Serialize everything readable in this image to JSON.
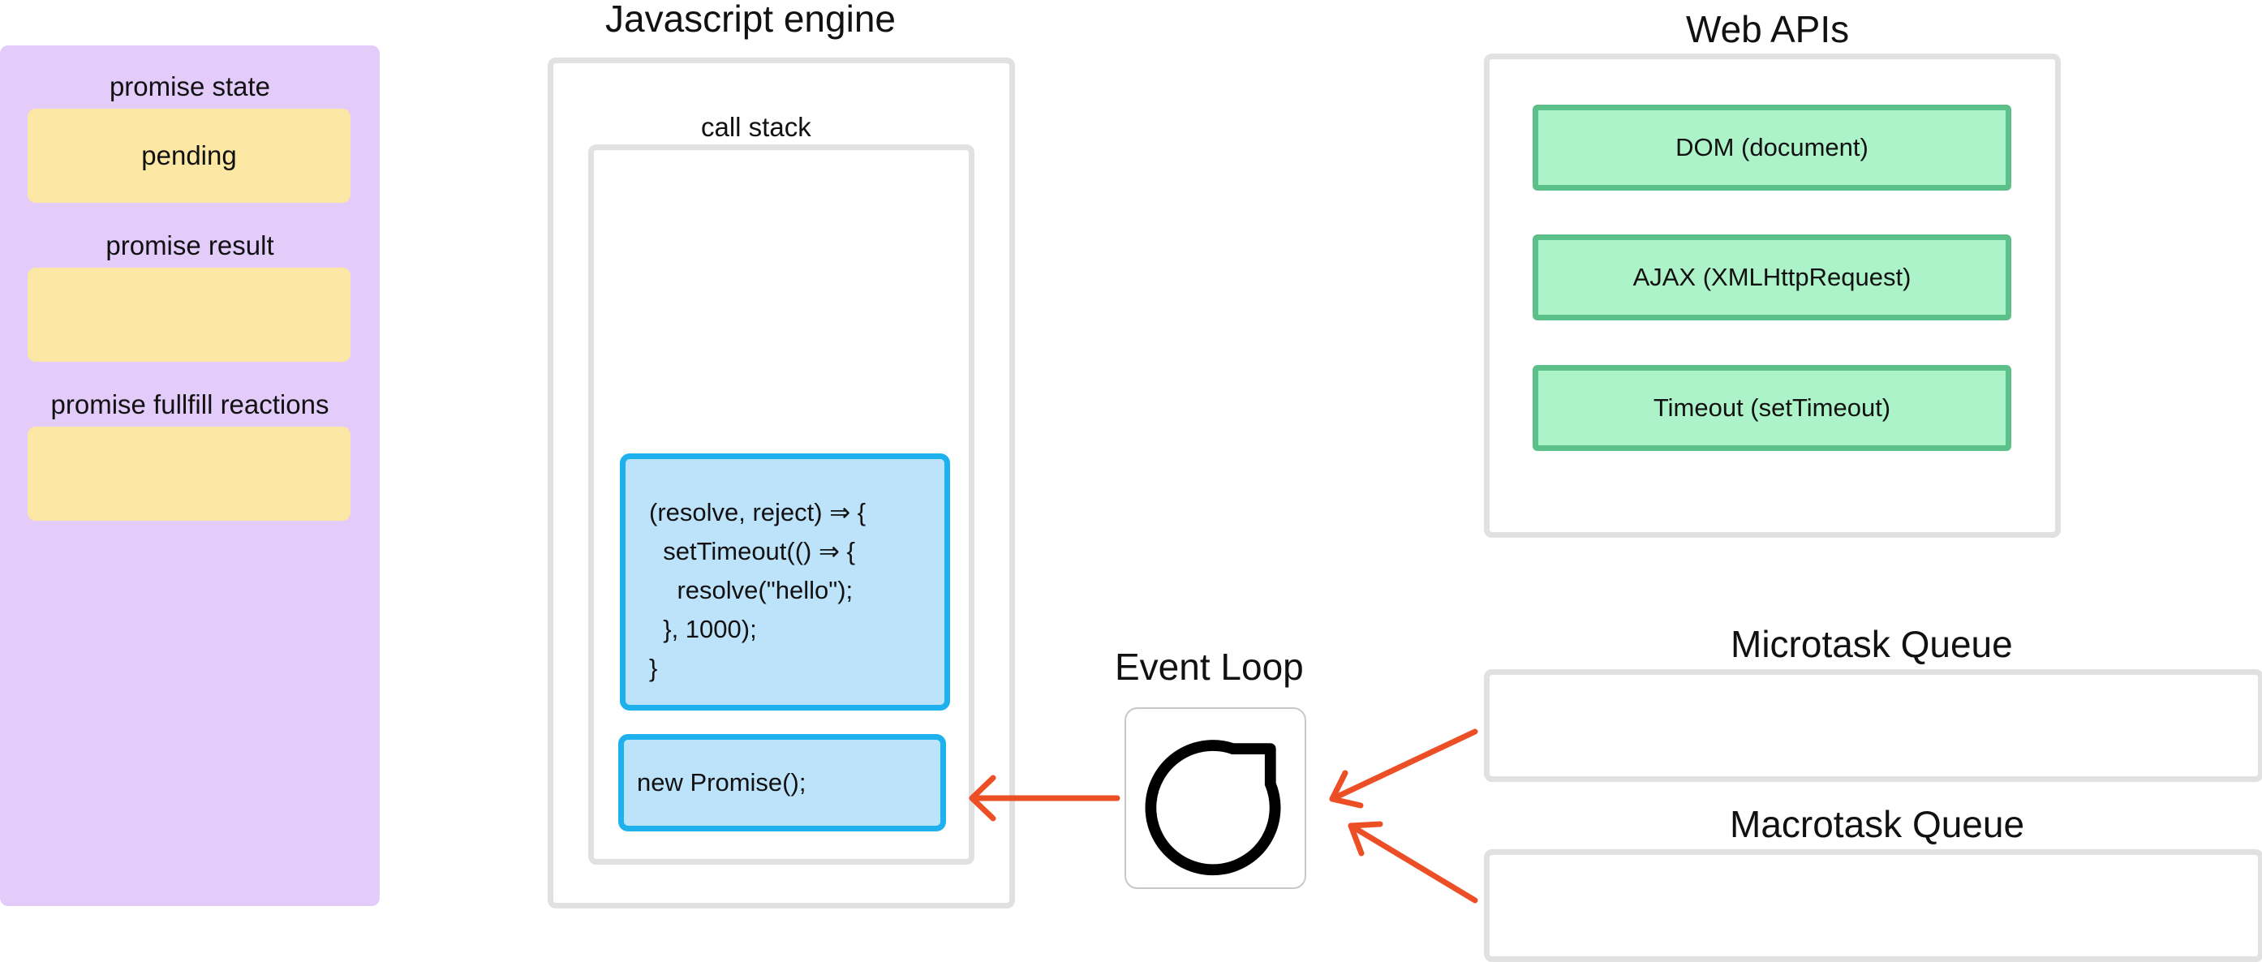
{
  "promise_panel": {
    "state_label": "promise state",
    "state_value": "pending",
    "result_label": "promise result",
    "result_value": "",
    "reactions_label": "promise fullfill reactions",
    "reactions_value": ""
  },
  "engine": {
    "title": "Javascript engine",
    "call_stack_label": "call stack",
    "stack_frames": [
      {
        "lines": [
          "(resolve, reject) ⇒ {",
          "  setTimeout(() ⇒ {",
          "    resolve(\"hello\");",
          "  }, 1000);",
          "}"
        ]
      },
      {
        "lines": [
          "new Promise();"
        ]
      }
    ]
  },
  "web_apis": {
    "title": "Web APIs",
    "items": [
      "DOM (document)",
      "AJAX (XMLHttpRequest)",
      "Timeout (setTimeout)"
    ]
  },
  "event_loop": {
    "title": "Event Loop",
    "icon": "refresh-icon"
  },
  "microtask_queue": {
    "title": "Microtask Queue"
  },
  "macrotask_queue": {
    "title": "Macrotask Queue"
  },
  "colors": {
    "promise_panel_bg": "#e3cbfa",
    "promise_slot_bg": "#fde7a4",
    "stack_block_bg": "#bde3fb",
    "stack_block_border": "#1fb0ee",
    "api_box_bg": "#adf3c9",
    "api_box_border": "#5cc08a",
    "frame_border": "#e1e1e1",
    "arrow": "#ec4e26"
  }
}
